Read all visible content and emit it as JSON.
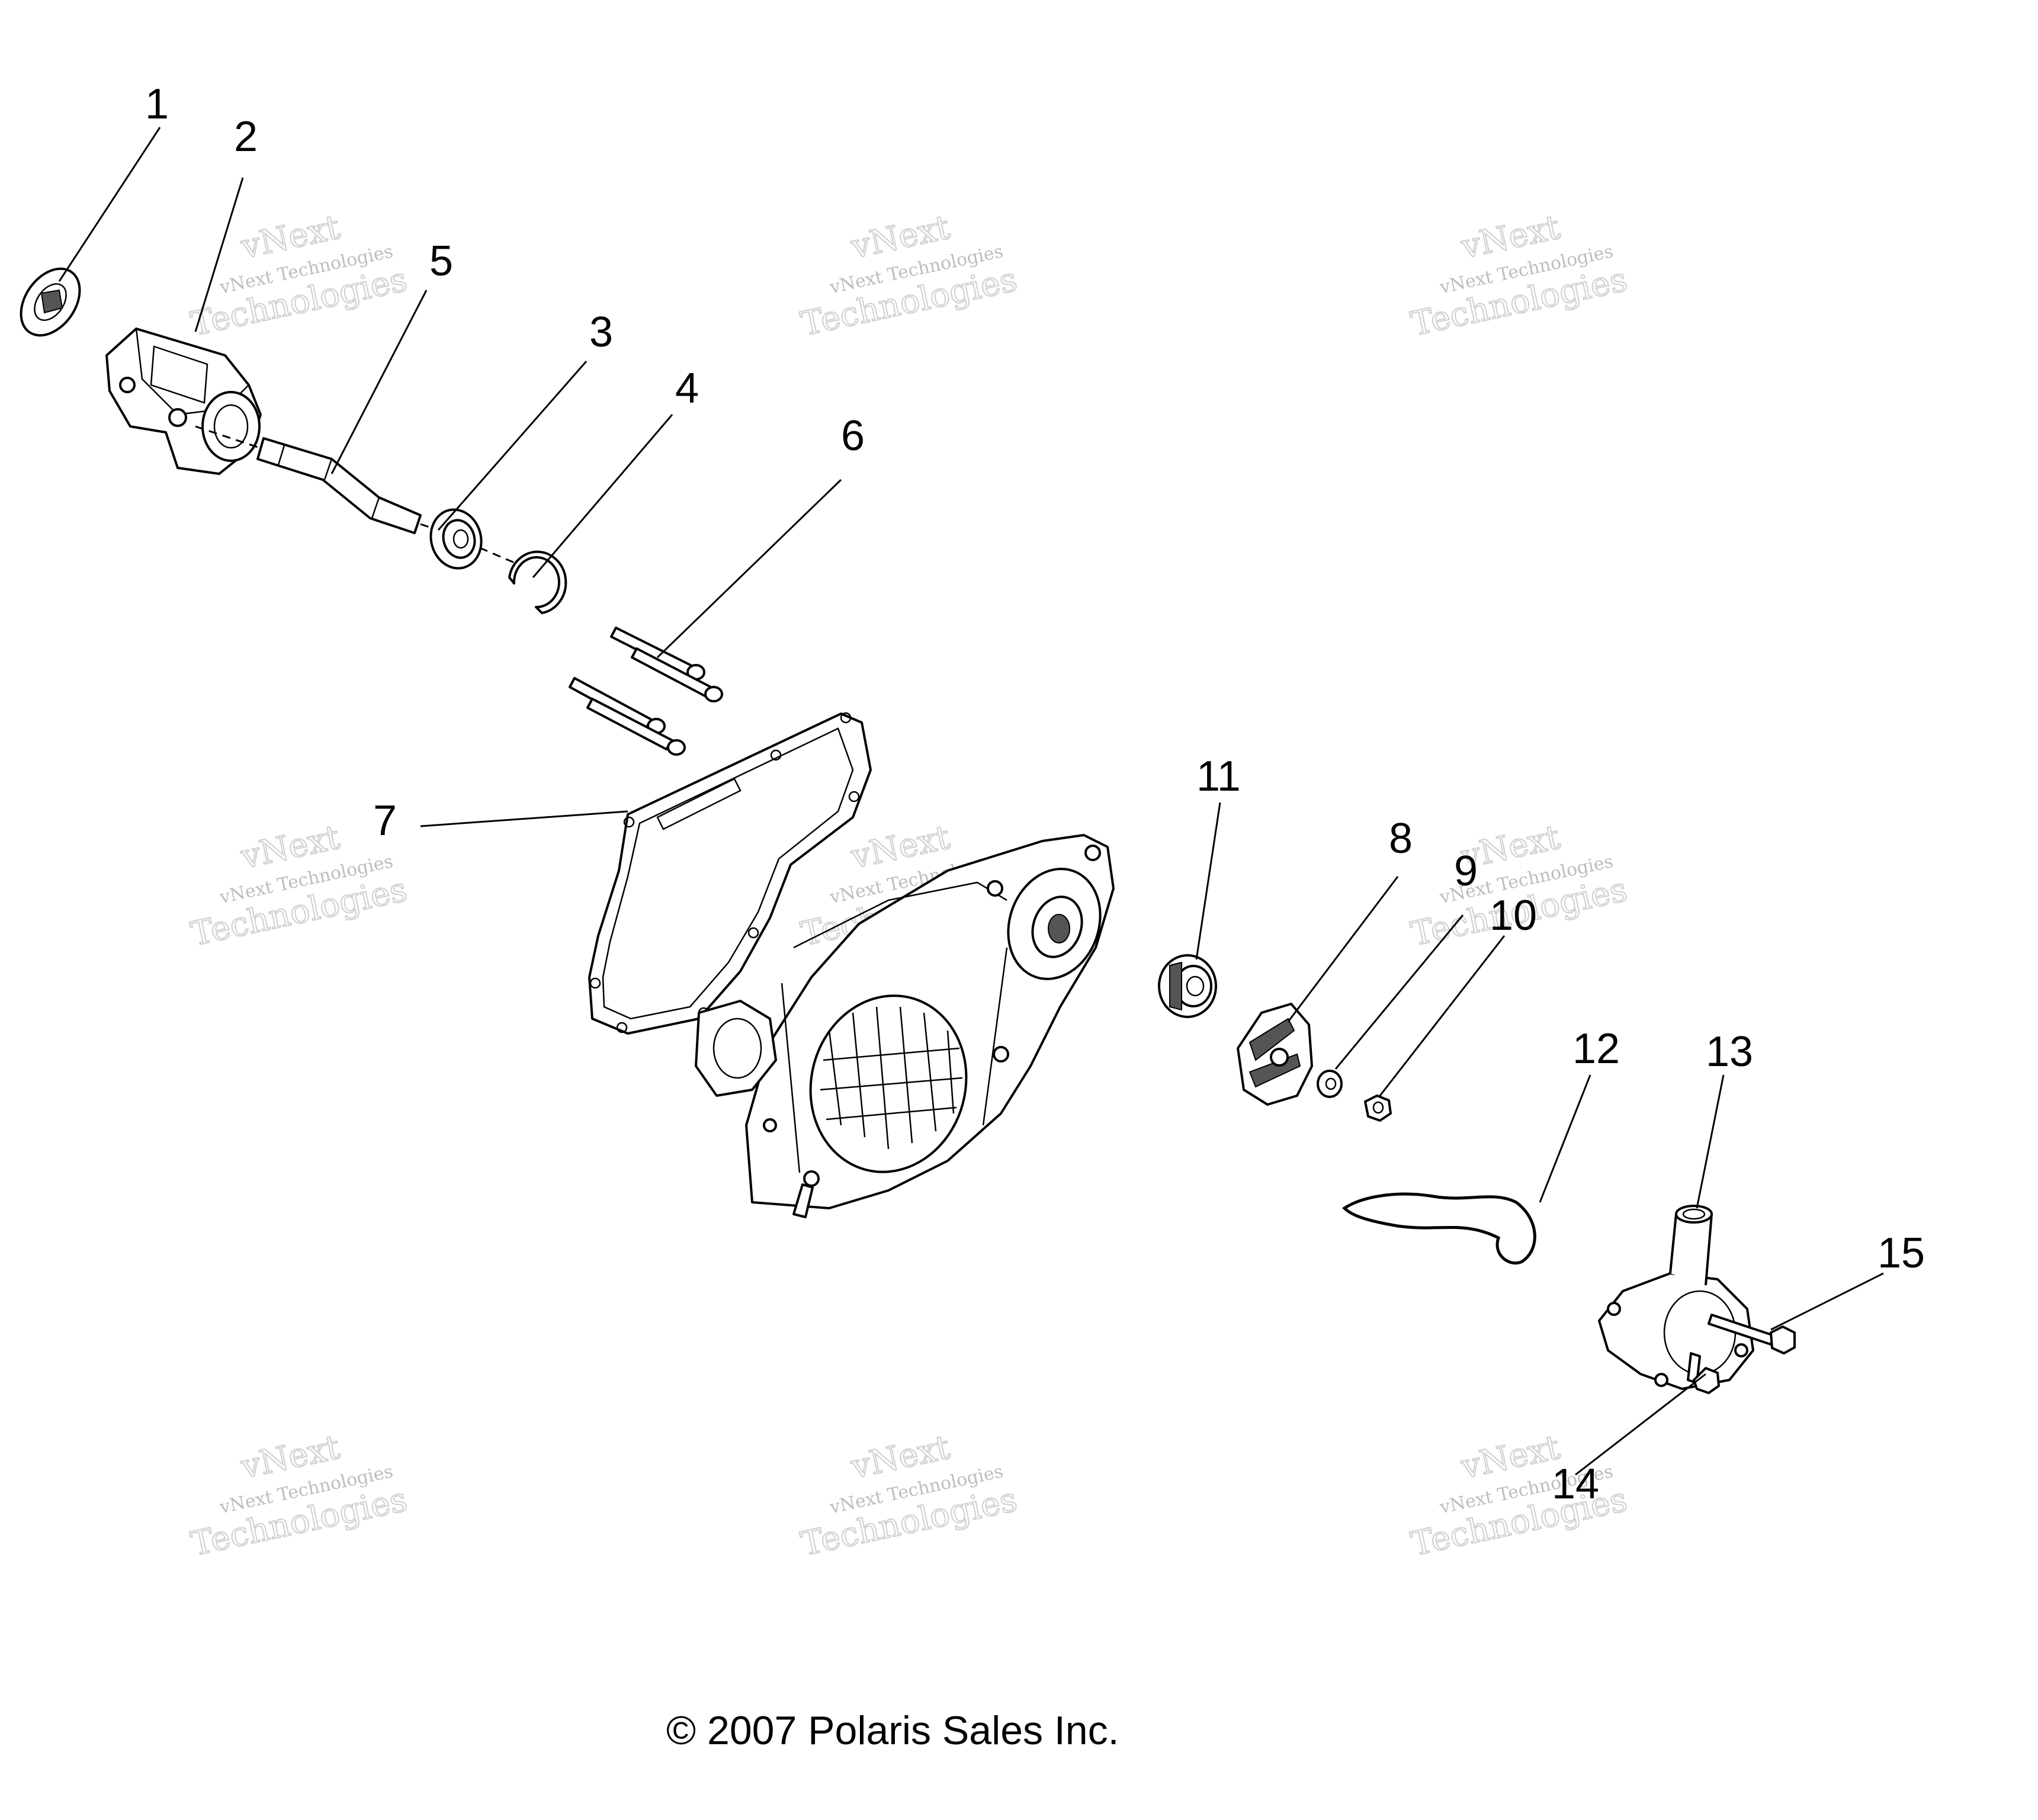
{
  "watermark": {
    "line1": "vNext",
    "line2": "vNext Technologies",
    "line3": "Technologies"
  },
  "callouts": [
    {
      "id": "1",
      "label": "1"
    },
    {
      "id": "2",
      "label": "2"
    },
    {
      "id": "3",
      "label": "3"
    },
    {
      "id": "4",
      "label": "4"
    },
    {
      "id": "5",
      "label": "5"
    },
    {
      "id": "6",
      "label": "6"
    },
    {
      "id": "7",
      "label": "7"
    },
    {
      "id": "8",
      "label": "8"
    },
    {
      "id": "9",
      "label": "9"
    },
    {
      "id": "10",
      "label": "10"
    },
    {
      "id": "11",
      "label": "11"
    },
    {
      "id": "12",
      "label": "12"
    },
    {
      "id": "13",
      "label": "13"
    },
    {
      "id": "14",
      "label": "14"
    },
    {
      "id": "15",
      "label": "15"
    }
  ],
  "copyright": "© 2007 Polaris Sales Inc."
}
